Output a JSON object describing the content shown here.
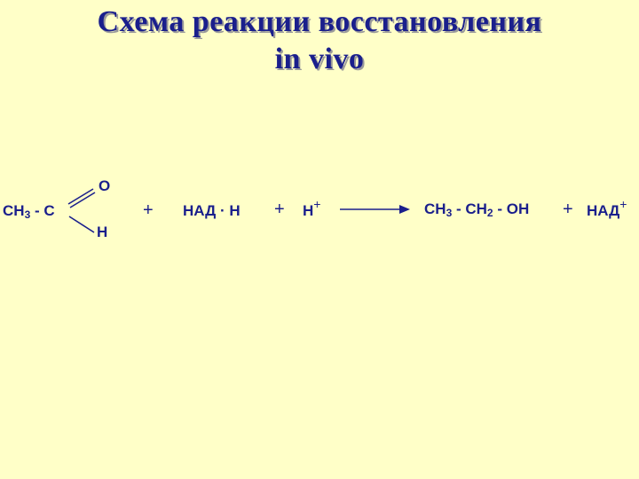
{
  "title": {
    "line1": "Схема реакции восстановления",
    "line2": "in vivo"
  },
  "reaction": {
    "reactant1": {
      "left": "CH",
      "left_sub": "3",
      "left_rest": " - C",
      "top_atom": "O",
      "bottom_atom": "H"
    },
    "plus1": "+",
    "reactant2": "НАД · Н",
    "plus2": "+",
    "reactant3": {
      "base": "H",
      "charge": "+"
    },
    "product1": {
      "p1": "CH",
      "s1": "3",
      "p2": " - CH",
      "s2": "2",
      "p3": " - OH"
    },
    "plus3": "+",
    "product2": {
      "base": "НАД",
      "charge": "+"
    }
  },
  "colors": {
    "text": "#1a1f8c",
    "background": "#ffffc8"
  }
}
